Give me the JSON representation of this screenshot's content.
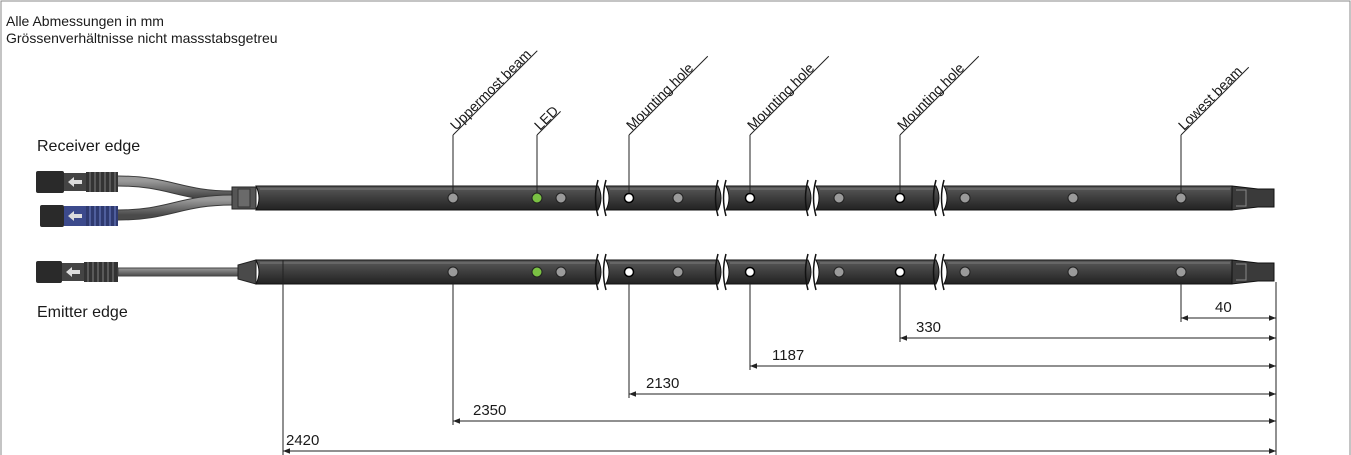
{
  "notes": {
    "line1": "Alle Abmessungen in mm",
    "line2": "Grössenverhältnisse nicht massstabsgetreu"
  },
  "labels": {
    "receiver": "Receiver edge",
    "emitter": "Emitter edge"
  },
  "callouts": [
    {
      "text": "Uppermost beam"
    },
    {
      "text": "LED"
    },
    {
      "text": "Mounting hole"
    },
    {
      "text": "Mounting hole"
    },
    {
      "text": "Mounting hole"
    },
    {
      "text": "Lowest beam"
    }
  ],
  "dimensions": [
    {
      "value": "40"
    },
    {
      "value": "330"
    },
    {
      "value": "1187"
    },
    {
      "value": "2130"
    },
    {
      "value": "2350"
    },
    {
      "value": "2420"
    }
  ],
  "colors": {
    "bar": "#3b3b3b",
    "led": "#7ac143",
    "beam": "#9a9a9a",
    "hole": "#ffffff",
    "connector_blue": "#3c4a8c"
  }
}
